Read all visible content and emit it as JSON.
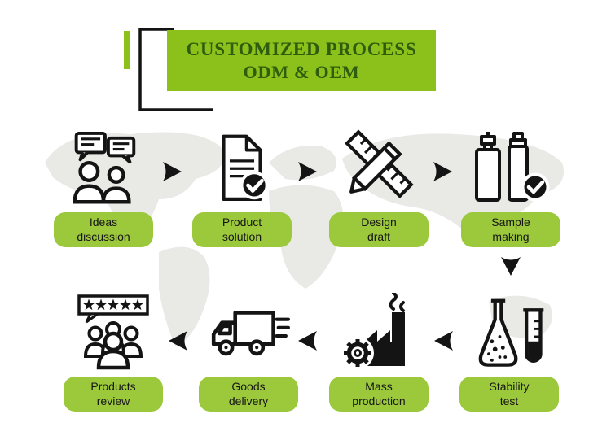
{
  "title": {
    "line1": "CUSTOMIZED PROCESS",
    "line2": "ODM & OEM"
  },
  "colors": {
    "banner_green": "#8cc11c",
    "pill_green": "#9cc83c",
    "title_text": "#2f5d0d",
    "ink": "#141414"
  },
  "steps": [
    {
      "id": "ideas-discussion",
      "line1": "Ideas",
      "line2": "discussion",
      "icon": "discussion-icon"
    },
    {
      "id": "product-solution",
      "line1": "Product",
      "line2": "solution",
      "icon": "document-check-icon"
    },
    {
      "id": "design-draft",
      "line1": "Design",
      "line2": "draft",
      "icon": "pencil-ruler-icon"
    },
    {
      "id": "sample-making",
      "line1": "Sample",
      "line2": "making",
      "icon": "spray-bottles-check-icon"
    },
    {
      "id": "stability-test",
      "line1": "Stability",
      "line2": "test",
      "icon": "flask-test-tube-icon"
    },
    {
      "id": "mass-production",
      "line1": "Mass",
      "line2": "production",
      "icon": "factory-gear-icon"
    },
    {
      "id": "goods-delivery",
      "line1": "Goods",
      "line2": "delivery",
      "icon": "delivery-truck-icon"
    },
    {
      "id": "products-review",
      "line1": "Products",
      "line2": "review",
      "icon": "customer-review-icon"
    }
  ]
}
